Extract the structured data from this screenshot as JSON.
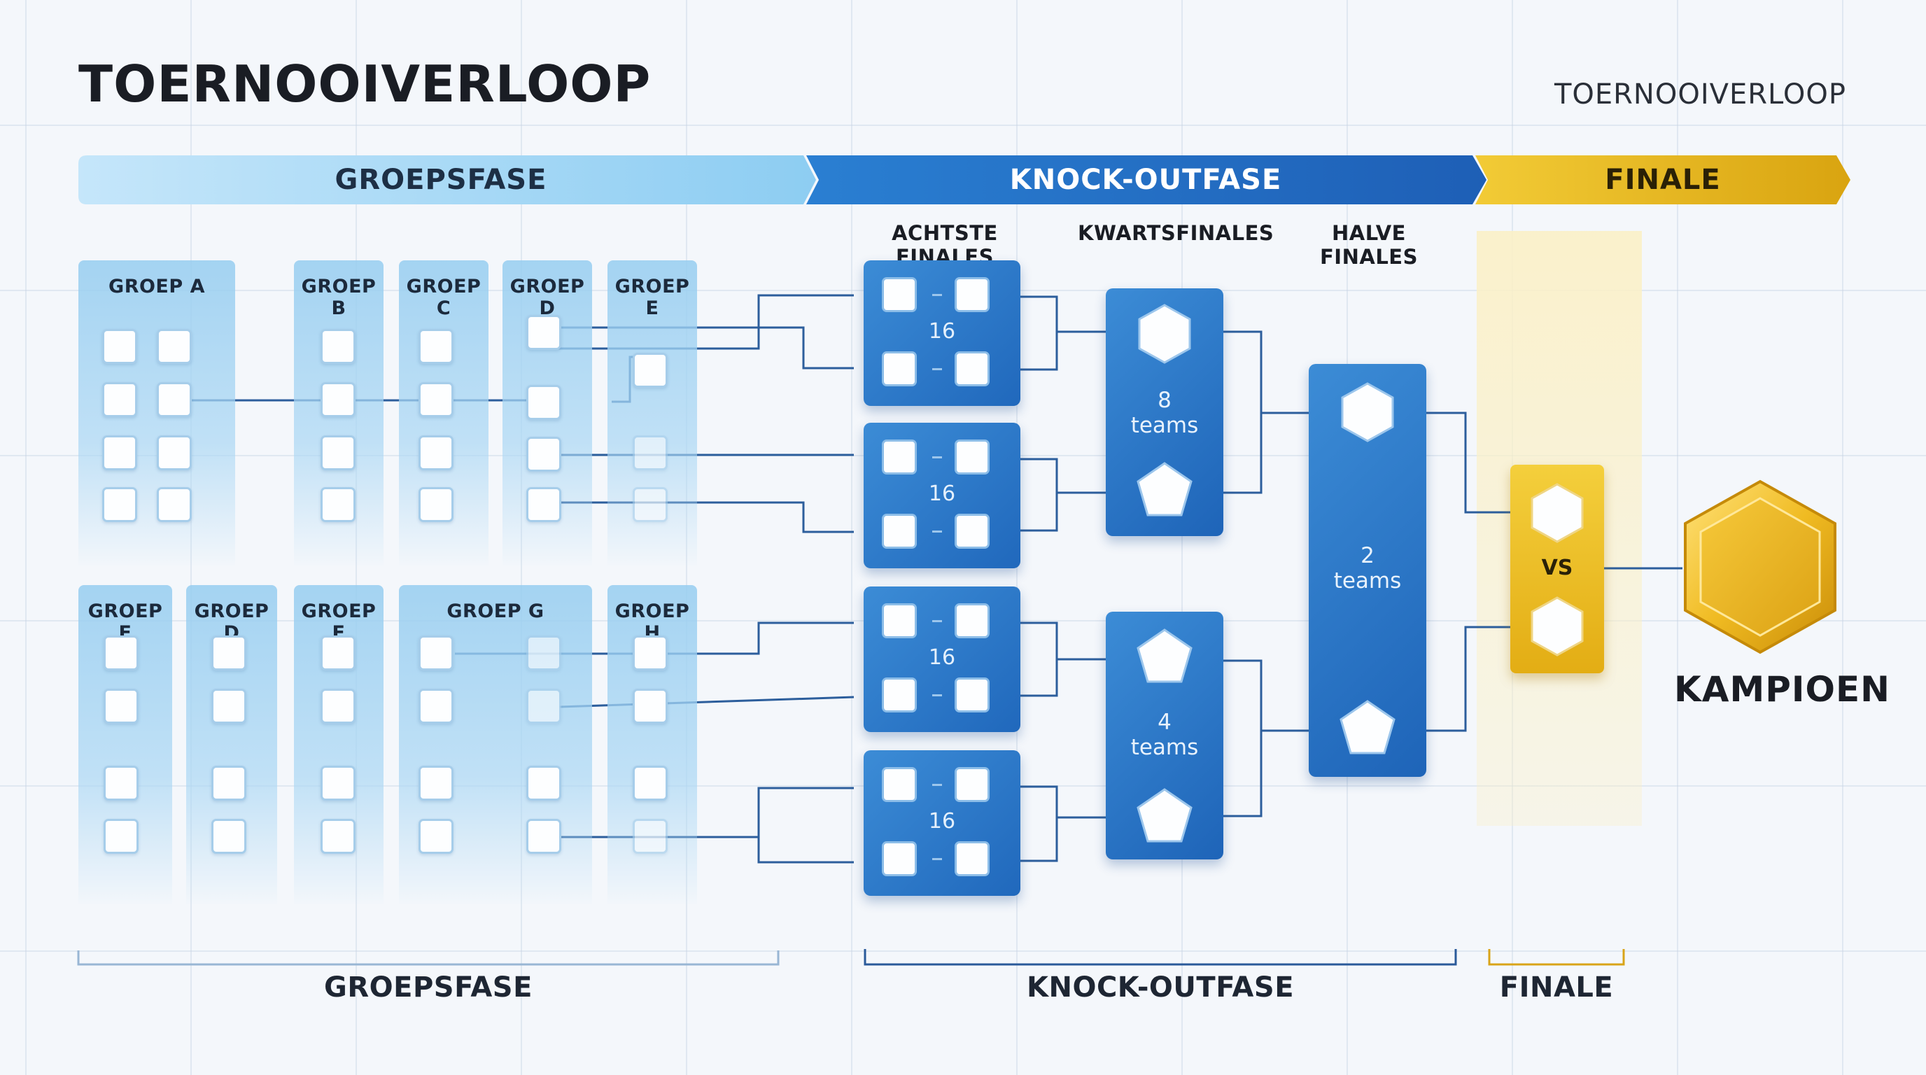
{
  "header": {
    "title": "TOERNOOIVERLOOP",
    "subtitle": "TOERNOOIVERLOOP"
  },
  "phases": {
    "group": "GROEPSFASE",
    "knockout": "KNOCK-OUTFASE",
    "final": "FINALE"
  },
  "stages": {
    "round16": "ACHTSTE FINALES",
    "quarter": "KWARTSFINALES",
    "semi": "HALVE FINALES"
  },
  "groups_top": [
    {
      "name": "GROEP A"
    },
    {
      "name": "GROEP B"
    },
    {
      "name": "GROEP C"
    },
    {
      "name": "GROEP D"
    },
    {
      "name": "GROEP E"
    }
  ],
  "groups_bottom": [
    {
      "name": "GROEP E"
    },
    {
      "name": "GROEP D"
    },
    {
      "name": "GROEP F"
    },
    {
      "name": "GROEP G"
    },
    {
      "name": "GROEP H"
    }
  ],
  "matches": [
    {
      "label": "16"
    },
    {
      "label": "16"
    },
    {
      "label": "16"
    },
    {
      "label": "16"
    }
  ],
  "quarterfinals": [
    {
      "number": "8",
      "unit": "teams"
    },
    {
      "number": "4",
      "unit": "teams"
    }
  ],
  "semifinal": {
    "number": "2",
    "unit": "teams"
  },
  "final": {
    "vs": "VS",
    "champion": "KAMPIOEN",
    "trophy_icon": "gold-hexagon-icon"
  },
  "bottom_labels": {
    "group": "GROEPSFASE",
    "knockout": "KNOCK-OUTFASE",
    "final": "FINALE"
  },
  "colors": {
    "group_light": "#a9d8f5",
    "knockout_blue": "#2068bc",
    "final_gold": "#e8b818",
    "connector": "#2c5e9c"
  }
}
